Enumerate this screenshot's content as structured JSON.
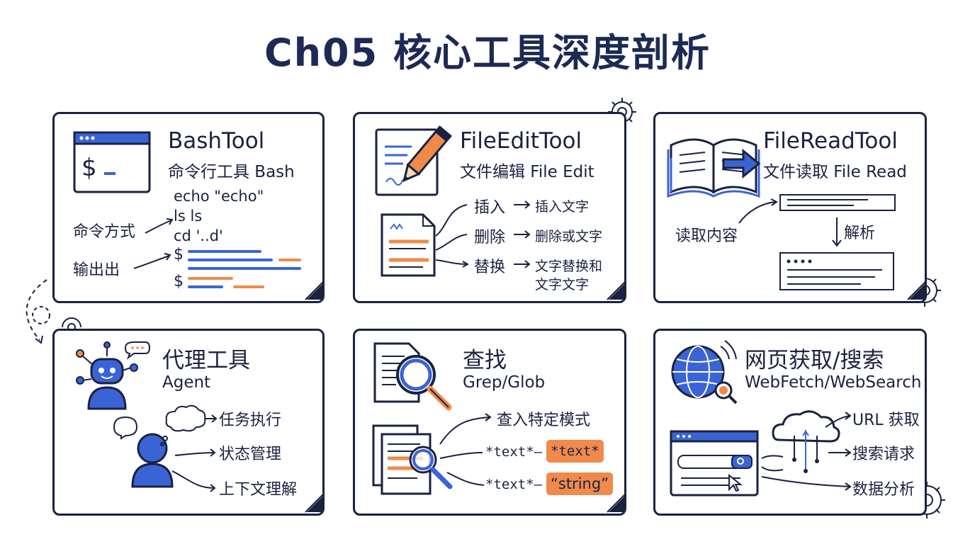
{
  "title": "Ch05 核心工具深度剖析",
  "colors": {
    "ink": "#1a2240",
    "blue": "#3a64d6",
    "orange": "#f08a4b"
  },
  "cards": {
    "bash": {
      "icon": "terminal-icon",
      "title": "BashTool",
      "subtitle": "命令行工具 Bash",
      "prompt_glyph": "$",
      "label_commands": "命令方式",
      "label_output": "输出出",
      "commands": [
        "echo \"echo\"",
        "ls ls",
        "cd '..d'"
      ],
      "output_prompts": [
        "$",
        "$"
      ]
    },
    "fileedit": {
      "icon": "pencil-document-icon",
      "title": "FileEditTool",
      "subtitle": "文件编辑 File Edit",
      "ops": [
        {
          "label": "插入",
          "desc": "插入文字"
        },
        {
          "label": "删除",
          "desc": "删除或文字"
        },
        {
          "label": "替换",
          "desc": "文字替换和"
        }
      ],
      "ops_extra": "文字文字"
    },
    "fileread": {
      "icon": "open-book-icon",
      "title": "FileReadTool",
      "subtitle": "文件读取 File Read",
      "label_read": "读取内容",
      "label_parse": "解析"
    },
    "agent": {
      "icon": "robot-icon",
      "title": "代理工具",
      "subtitle": "Agent",
      "items": [
        "任务执行",
        "状态管理",
        "上下文理解"
      ]
    },
    "search": {
      "icon": "magnifier-document-icon",
      "title": "查找",
      "subtitle": "Grep/Glob",
      "items": [
        "查入特定模式"
      ],
      "patterns": [
        {
          "pattern": "*text*–",
          "match": "*text*"
        },
        {
          "pattern": "*text*–",
          "match": "“string”"
        }
      ]
    },
    "web": {
      "icon": "globe-icon",
      "title": "网页获取/搜索",
      "subtitle": "WebFetch/WebSearch",
      "items": [
        "URL 获取",
        "搜索请求",
        "数据分析"
      ]
    }
  }
}
